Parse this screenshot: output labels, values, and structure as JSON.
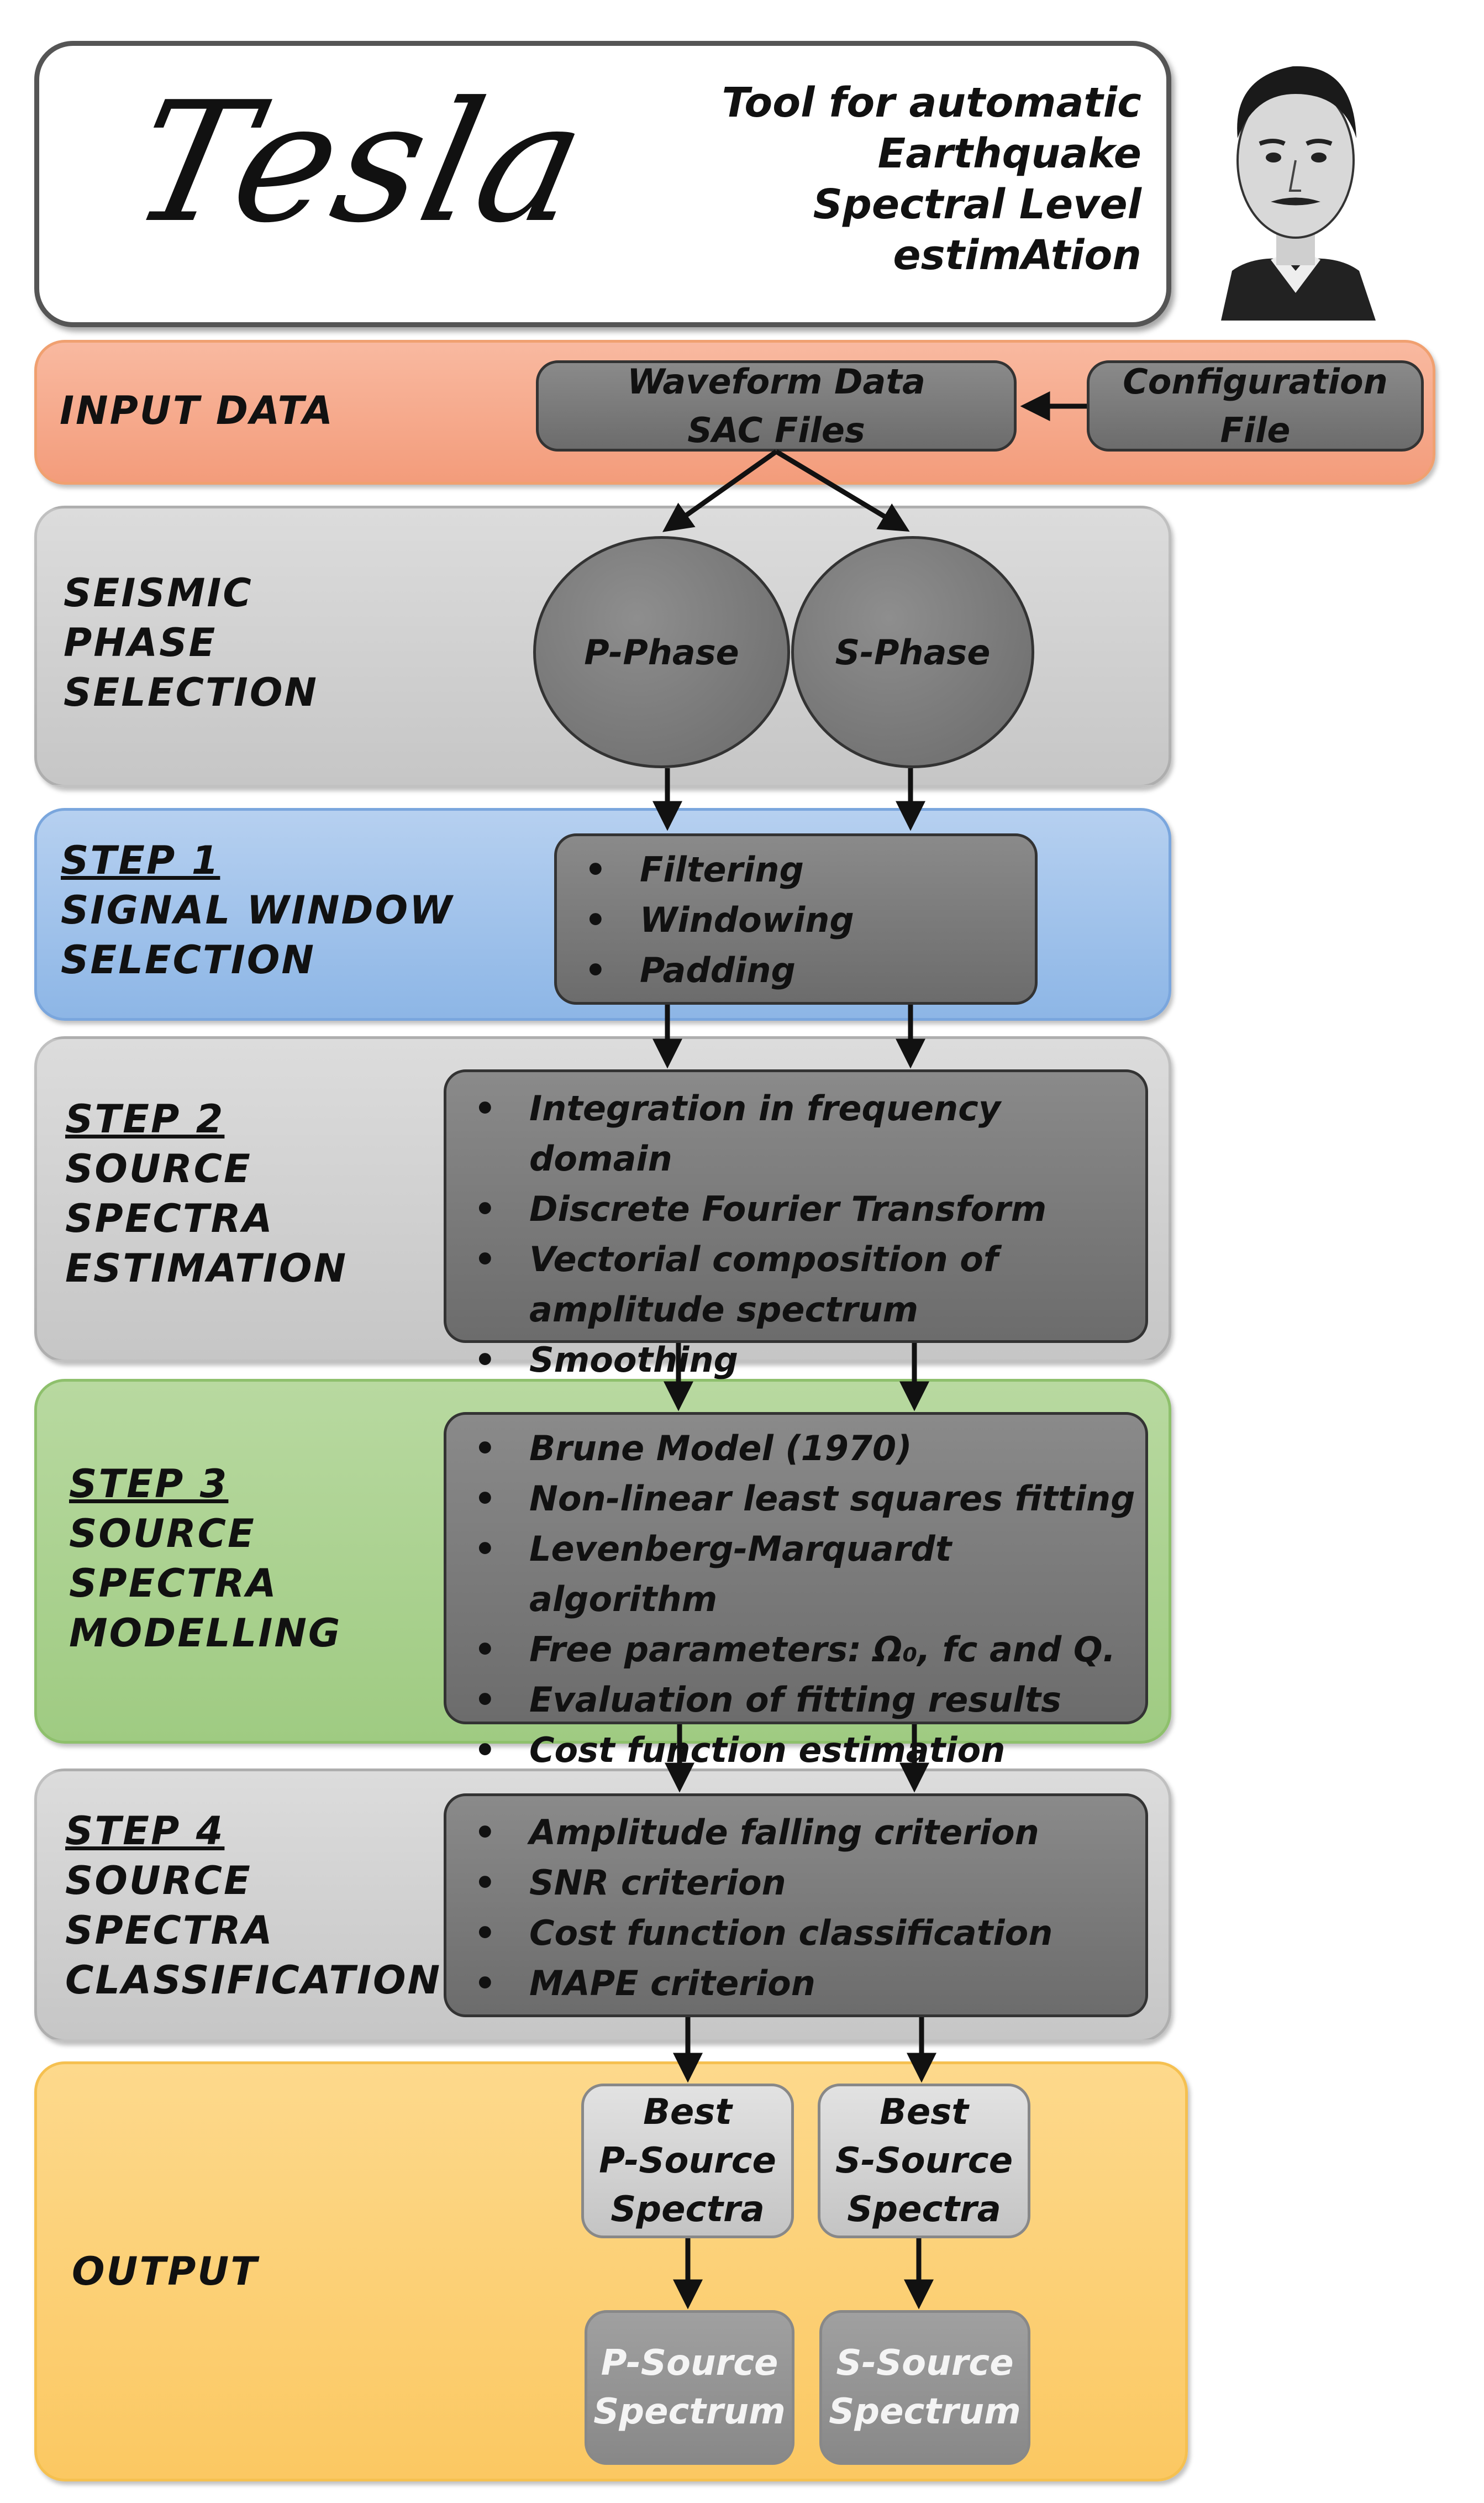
{
  "header": {
    "logo_text": "Tesla",
    "tagline_lines": [
      "Tool for automatic",
      "Earthquake",
      "Spectral Level",
      "estimAtion"
    ],
    "portrait_icon": "nikola-tesla-portrait"
  },
  "input": {
    "label": "INPUT DATA",
    "waveform_box": [
      "Waveform Data",
      "SAC Files"
    ],
    "config_box": [
      "Configuration",
      "File"
    ]
  },
  "phase_selection": {
    "label": [
      "SEISMIC",
      "PHASE",
      "SELECTION"
    ],
    "p_phase": "P-Phase",
    "s_phase": "S-Phase"
  },
  "step1": {
    "label_step": "STEP 1",
    "label": [
      "SIGNAL WINDOW",
      "SELECTION"
    ],
    "items": [
      "Filtering",
      "Windowing",
      "Padding"
    ]
  },
  "step2": {
    "label_step": "STEP 2",
    "label": [
      "SOURCE",
      "SPECTRA",
      "ESTIMATION"
    ],
    "items": [
      "Integration in frequency domain",
      "Discrete Fourier Transform",
      "Vectorial composition of amplitude spectrum",
      "Smoothing"
    ]
  },
  "step3": {
    "label_step": "STEP 3",
    "label": [
      "SOURCE",
      "SPECTRA",
      "MODELLING"
    ],
    "items": [
      "Brune Model (1970)",
      "Non-linear least squares fitting",
      "Levenberg-Marquardt algorithm",
      "Free parameters: Ω₀, fc and Q.",
      "Evaluation of fitting results",
      "Cost function estimation"
    ]
  },
  "step4": {
    "label_step": "STEP 4",
    "label": [
      "SOURCE",
      "SPECTRA",
      "CLASSIFICATION"
    ],
    "items": [
      "Amplitude falling criterion",
      "SNR criterion",
      "Cost function classification",
      "MAPE criterion"
    ]
  },
  "output": {
    "label": "OUTPUT",
    "best_p": [
      "Best",
      "P-Source",
      "Spectra"
    ],
    "best_s": [
      "Best",
      "S-Source",
      "Spectra"
    ],
    "p_spectrum": [
      "P-Source",
      "Spectrum"
    ],
    "s_spectrum": [
      "S-Source",
      "Spectrum"
    ]
  },
  "colors": {
    "input_band": "#f39c7b",
    "gray_band": "#c6c6c6",
    "step1_band": "#8db6e6",
    "step3_band": "#9fcb82",
    "output_band": "#fbc862",
    "dark_box": "#6c6c6c"
  }
}
